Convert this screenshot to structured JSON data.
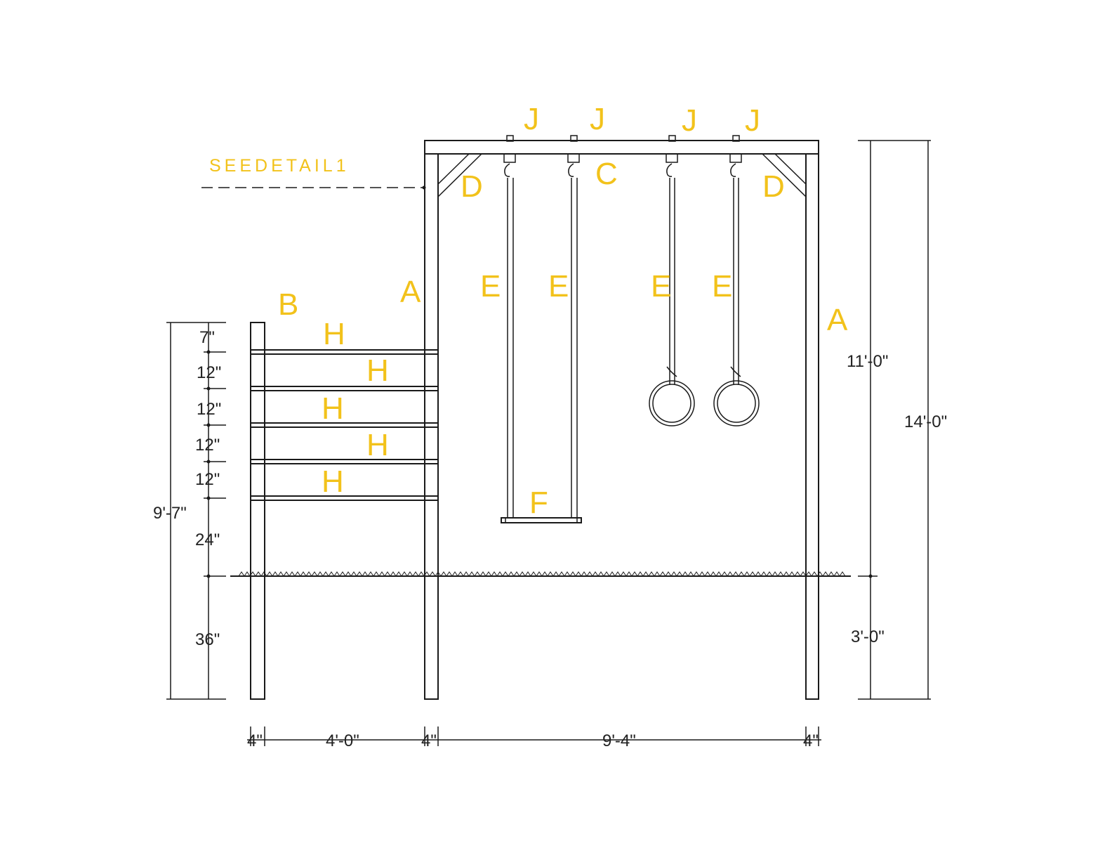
{
  "detail_callout": "SEEDETAIL1",
  "part_labels": {
    "post_left": "A",
    "post_right": "A",
    "ladder_post": "B",
    "swing_clamp": "C",
    "brace_left": "D",
    "brace_right": "D",
    "chain_1": "E",
    "chain_2": "E",
    "chain_3": "E",
    "chain_4": "E",
    "swing_seat": "F",
    "rung_1": "H",
    "rung_2": "H",
    "rung_3": "H",
    "rung_4": "H",
    "rung_5": "H",
    "bolt_1": "J",
    "bolt_2": "J",
    "bolt_3": "J",
    "bolt_4": "J"
  },
  "dimensions": {
    "left_spacings": [
      "7\"",
      "12\"",
      "12\"",
      "12\"",
      "12\"",
      "24\""
    ],
    "ladder_total": "9'-7\"",
    "ladder_below_grade": "36\"",
    "above_grade": "11'-0\"",
    "below_grade": "3'-0\"",
    "overall_height": "14'-0\"",
    "ladder_post_width": "4\"",
    "ladder_span": "4'-0\"",
    "middle_post_width": "4\"",
    "swing_span": "9'-4\"",
    "right_post_width": "4\""
  },
  "colors": {
    "label": "#f2c21b",
    "line": "#1a1a1a",
    "dim_text": "#222222"
  }
}
